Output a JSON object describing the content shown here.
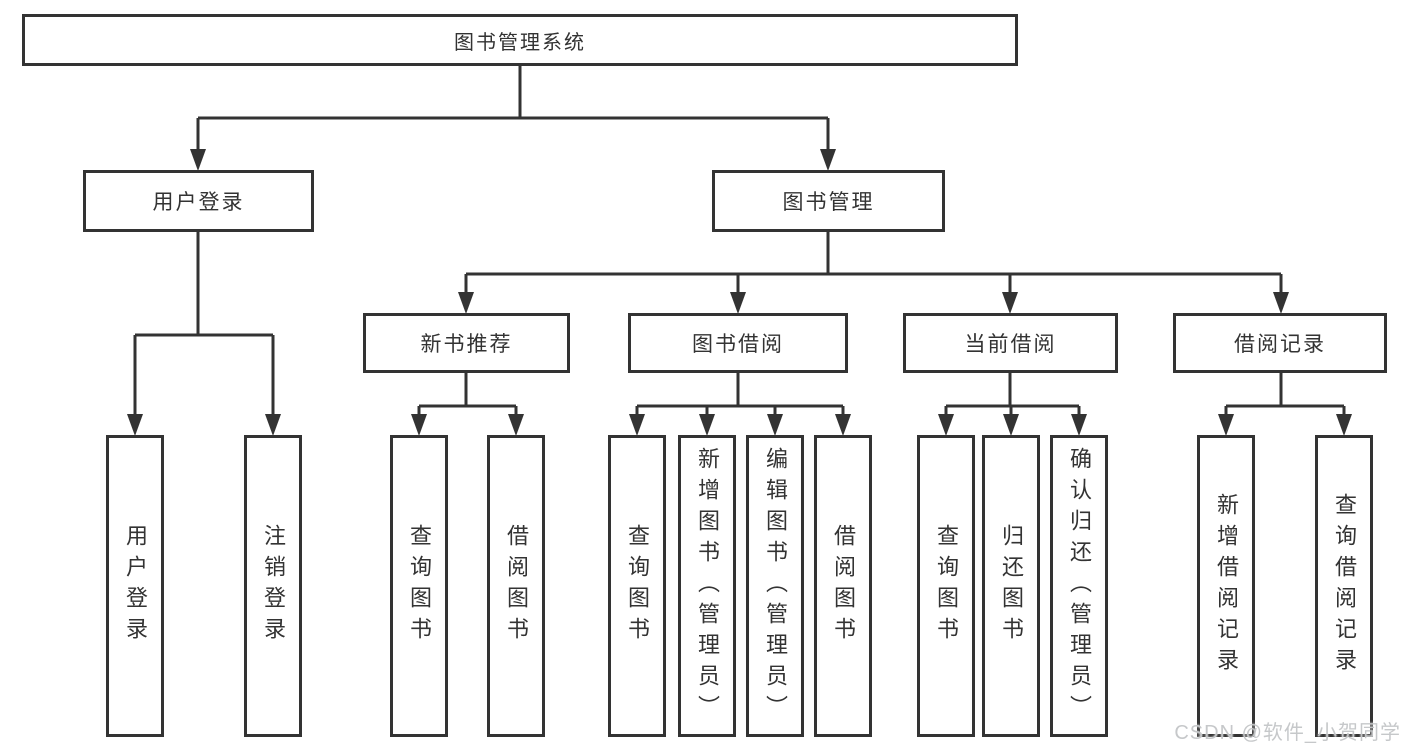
{
  "diagram": {
    "root": {
      "label": "图书管理系统"
    },
    "branches": [
      {
        "label": "用户登录",
        "children": [
          {
            "label": "用户登录"
          },
          {
            "label": "注销登录"
          }
        ]
      },
      {
        "label": "图书管理",
        "children": [
          {
            "label": "新书推荐",
            "children": [
              {
                "label": "查询图书"
              },
              {
                "label": "借阅图书"
              }
            ]
          },
          {
            "label": "图书借阅",
            "children": [
              {
                "label": "查询图书"
              },
              {
                "label": "新增图书（管理员）"
              },
              {
                "label": "编辑图书（管理员）"
              },
              {
                "label": "借阅图书"
              }
            ]
          },
          {
            "label": "当前借阅",
            "children": [
              {
                "label": "查询图书"
              },
              {
                "label": "归还图书"
              },
              {
                "label": "确认归还（管理员）"
              }
            ]
          },
          {
            "label": "借阅记录",
            "children": [
              {
                "label": "新增借阅记录"
              },
              {
                "label": "查询借阅记录"
              }
            ]
          }
        ]
      }
    ]
  },
  "watermark": {
    "text": "CSDN @软件_小贺同学"
  },
  "colors": {
    "line": "#333333",
    "box_border": "#333333",
    "box_fill": "#ffffff",
    "text": "#333333",
    "watermark": "#c4c6c8",
    "background": "#ffffff"
  }
}
